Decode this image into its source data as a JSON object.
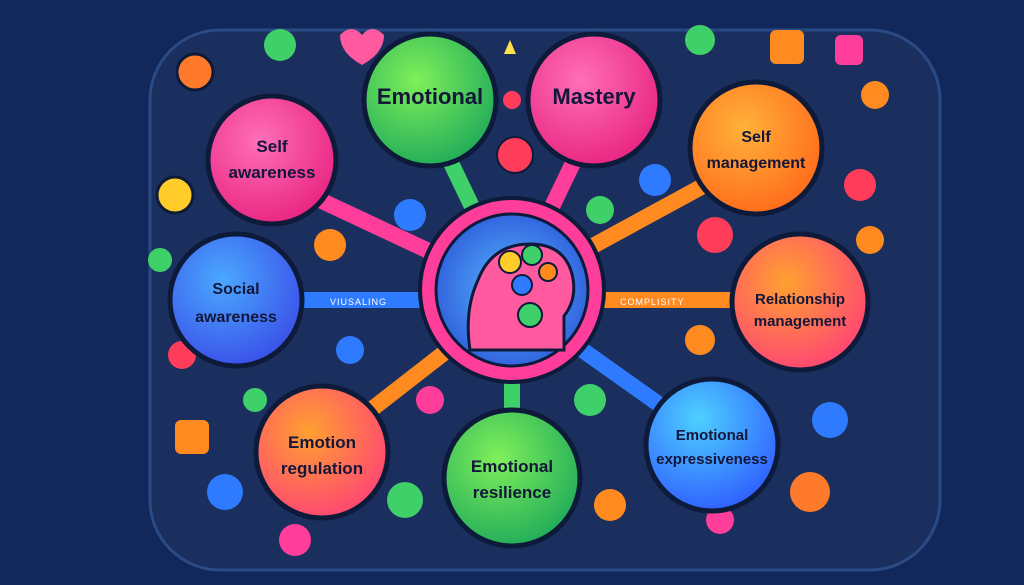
{
  "title": {
    "left": "Emotional",
    "right": "Mastery"
  },
  "nodes": {
    "self_awareness": [
      "Self",
      "awareness"
    ],
    "self_management": [
      "Self",
      "management"
    ],
    "social_awareness": [
      "Social",
      "awareness"
    ],
    "relationship_management": [
      "Relationship",
      "management"
    ],
    "emotion_regulation": [
      "Emotion",
      "regulation"
    ],
    "emotional_resilience": [
      "Emotional",
      "resilience"
    ],
    "emotional_expressiveness": [
      "Emotional",
      "expressiveness"
    ]
  },
  "connector_labels": {
    "visualizing": "VIUSALING",
    "complisity": "COMPLISITY"
  },
  "colors": {
    "background": "#13285a",
    "panel": "#1b2f5e",
    "pink": "#ff3d9a",
    "green": "#36c94a",
    "orange": "#ff8a1f",
    "blue": "#2f7bff"
  },
  "icons": [
    "brain-gears-icon",
    "heart-icon",
    "face-icon",
    "puzzle-icon",
    "lightbulb-icon"
  ]
}
